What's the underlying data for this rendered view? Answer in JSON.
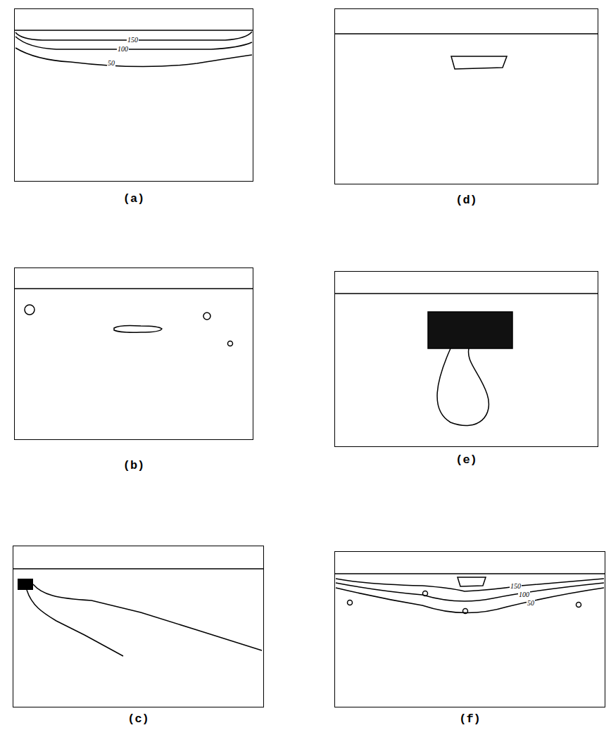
{
  "diagram": {
    "nodes": [
      {
        "text": [
          "(a)"
        ]
      },
      {
        "text": [
          "(b)"
        ]
      },
      {
        "text": [
          "(c)"
        ]
      },
      {
        "text": [
          "(d)"
        ]
      },
      {
        "text": [
          "(e)"
        ]
      },
      {
        "text": [
          "(f)"
        ]
      }
    ],
    "labels": [
      "150",
      "100",
      "50",
      "150",
      "100",
      "50"
    ]
  }
}
